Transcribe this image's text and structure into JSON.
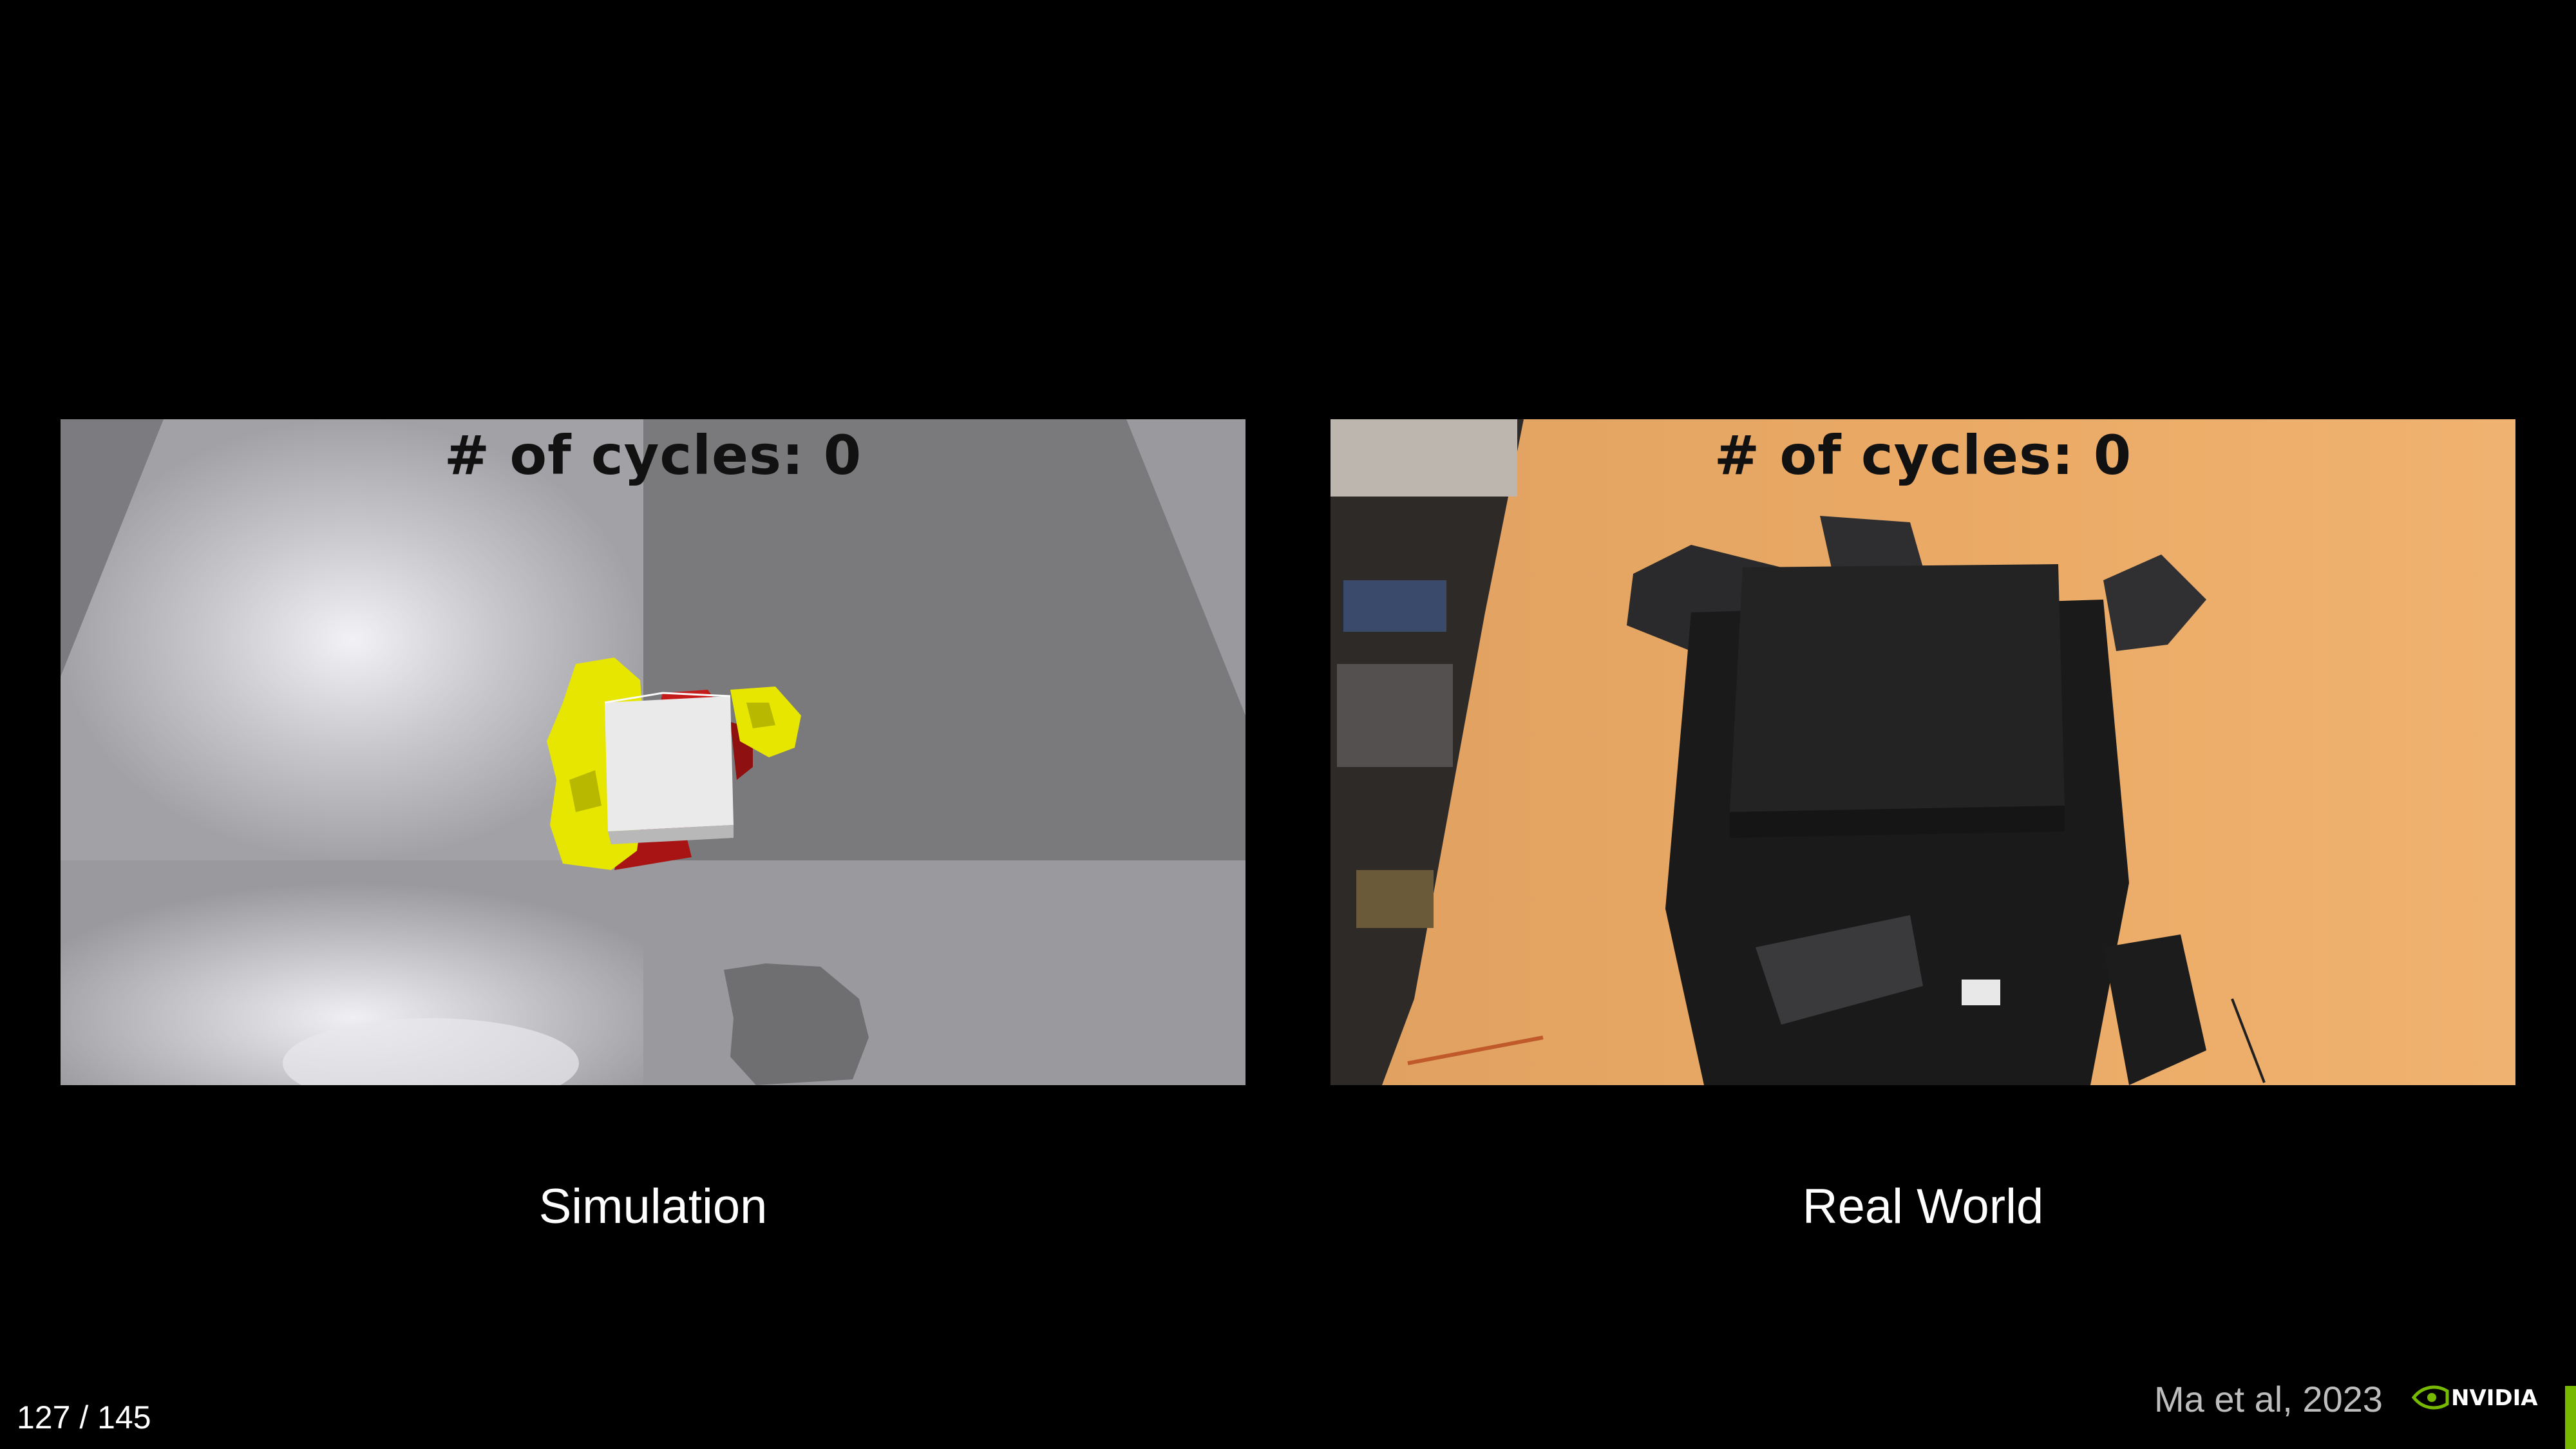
{
  "slide": {
    "page_current": "127",
    "page_total": "145",
    "page_counter": "127 / 145",
    "citation": "Ma et al, 2023",
    "brand": "NVIDIA"
  },
  "panels": {
    "simulation": {
      "overlay": "# of cycles: 0",
      "caption": "Simulation"
    },
    "real_world": {
      "overlay": "# of cycles: 0",
      "caption": "Real World"
    }
  },
  "colors": {
    "background": "#000000",
    "caption_text": "#ffffff",
    "citation_text": "#bdbdbd",
    "overlay_text": "#111111",
    "brand_green": "#76b900",
    "sim_cube": "#eeeeee",
    "sim_gripper_yellow": "#e8e800",
    "sim_gripper_red": "#c81818",
    "table_wood": "#e8a860"
  },
  "icons": {
    "logo": "nvidia-eye-logo"
  }
}
